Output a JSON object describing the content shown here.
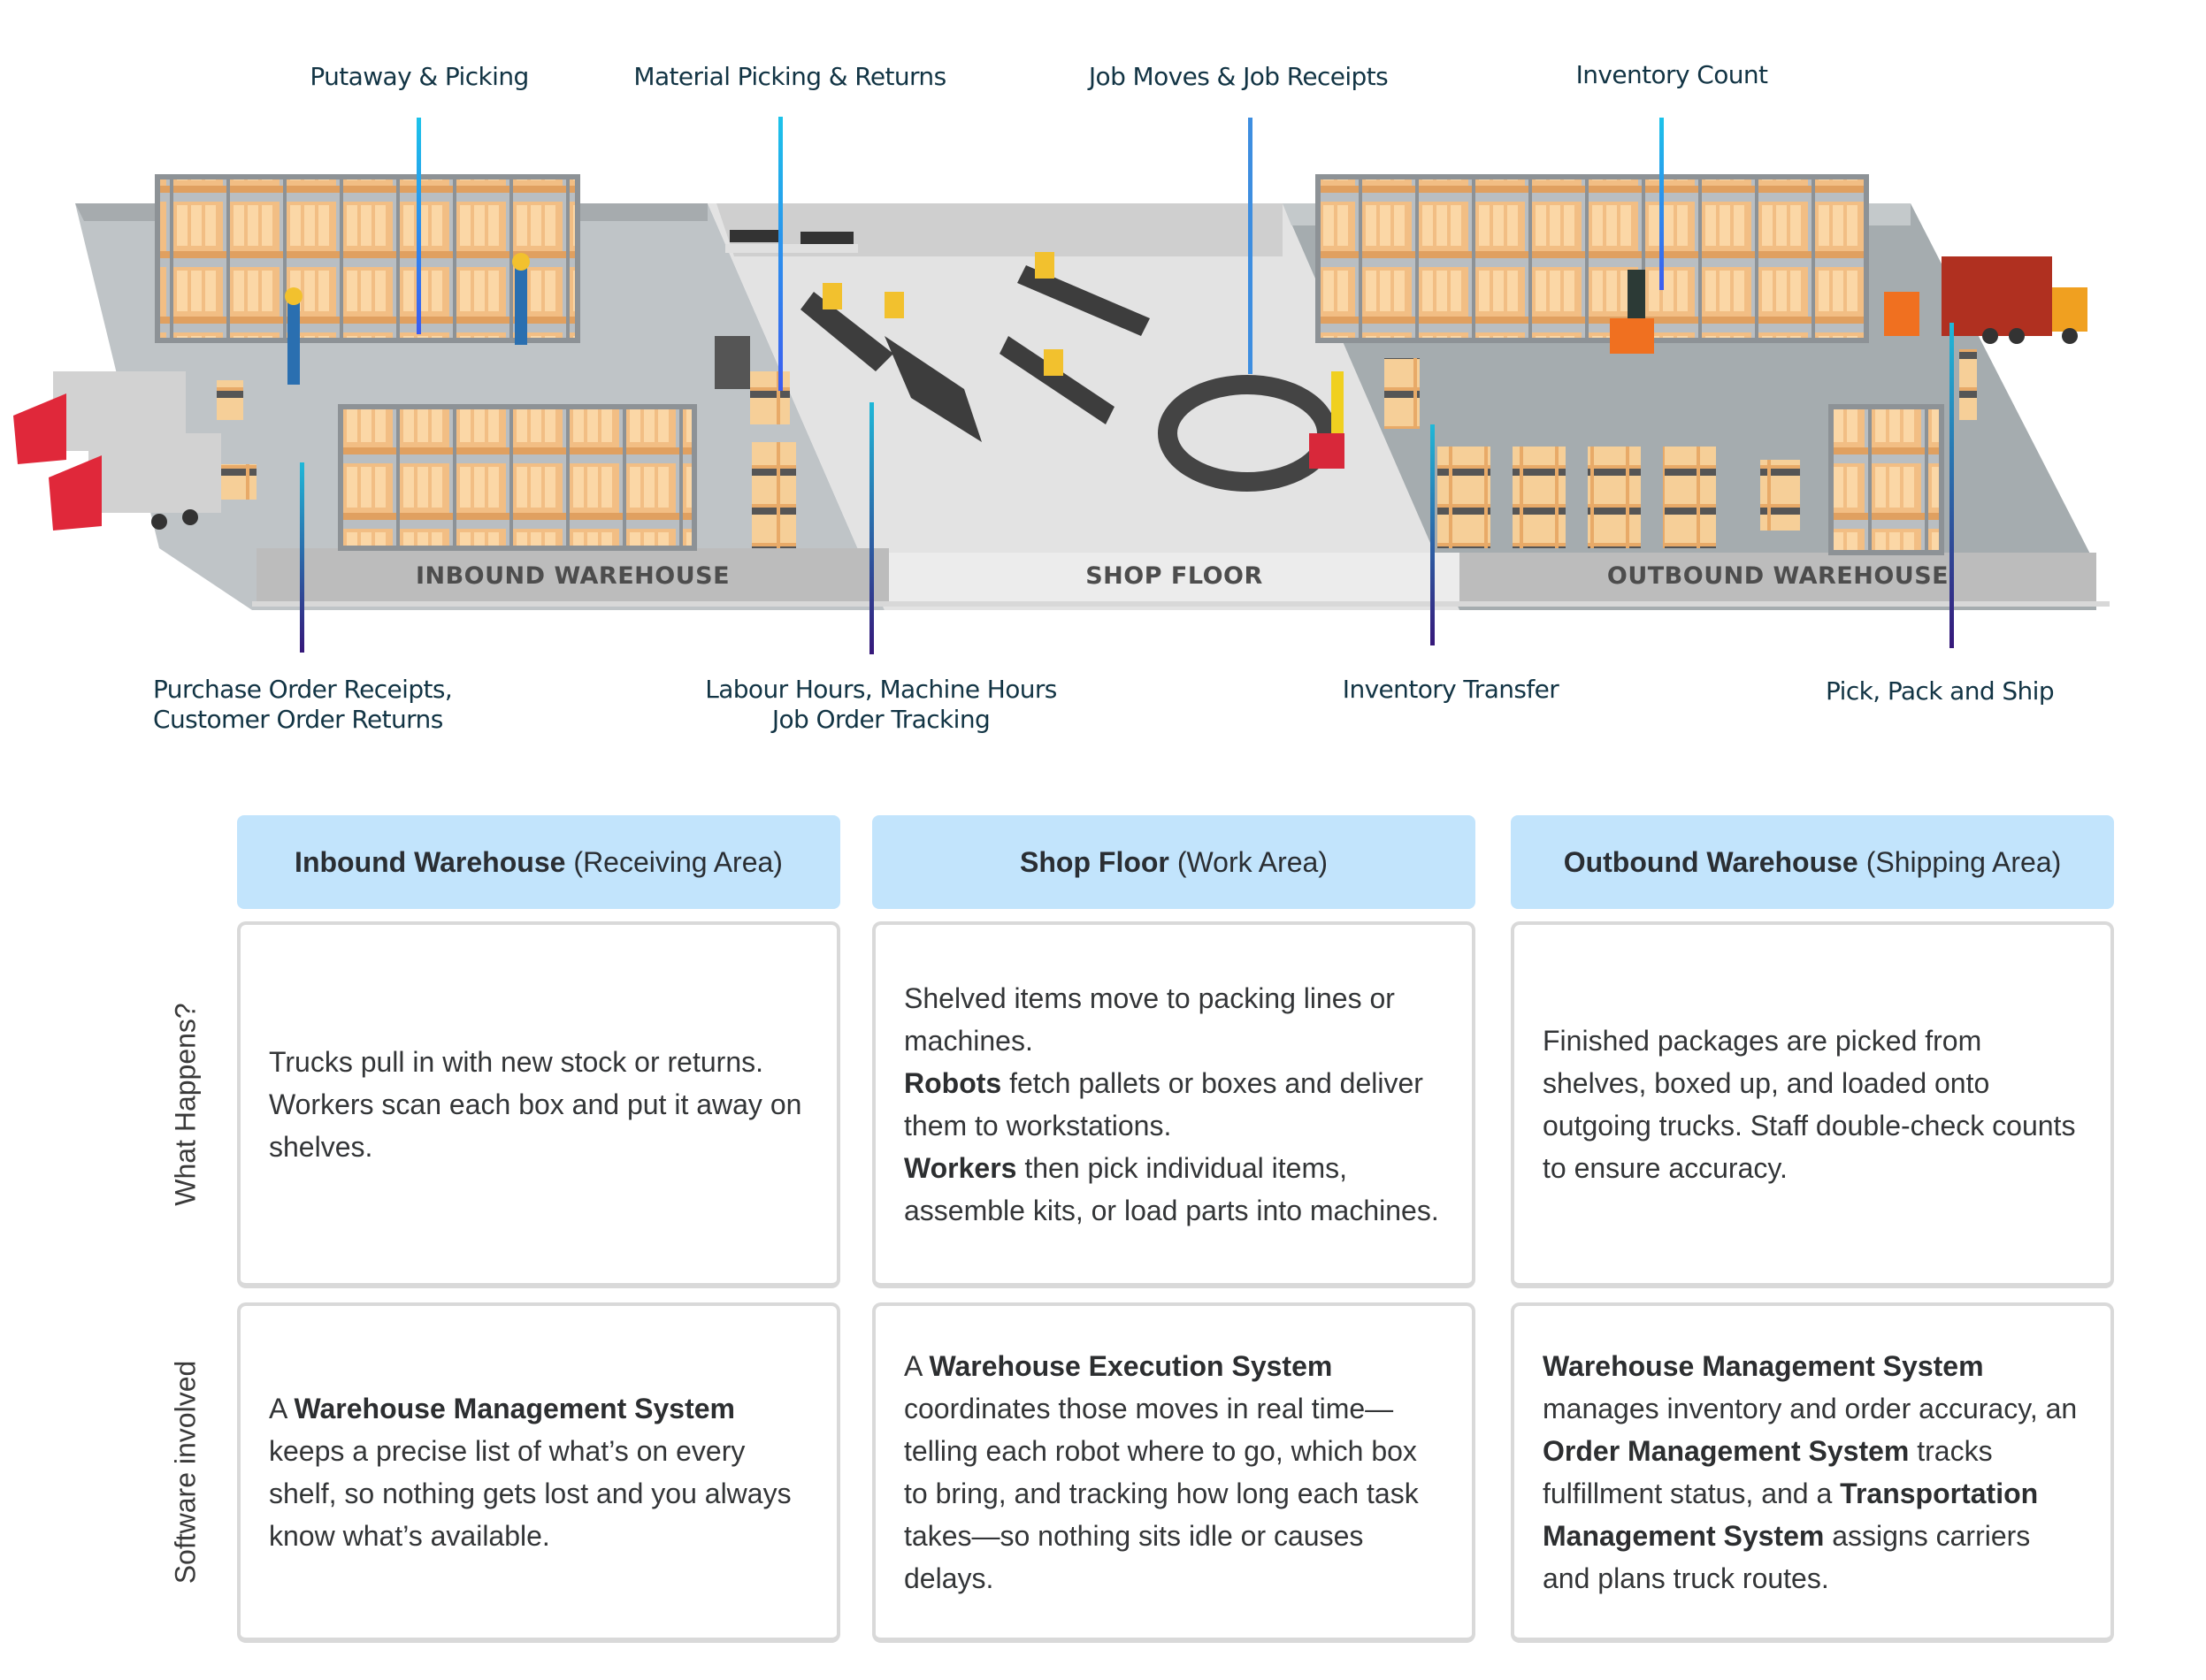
{
  "callouts_top": [
    {
      "id": "putaway",
      "label": "Putaway & Picking"
    },
    {
      "id": "material",
      "label": "Material Picking & Returns"
    },
    {
      "id": "jobmoves",
      "label": "Job Moves & Job Receipts"
    },
    {
      "id": "count",
      "label": "Inventory Count"
    }
  ],
  "callouts_bottom": [
    {
      "id": "receipts",
      "lines": [
        "Purchase Order Receipts,",
        "Customer Order Returns"
      ]
    },
    {
      "id": "labour",
      "lines": [
        "Labour Hours, Machine Hours",
        "Job Order Tracking"
      ]
    },
    {
      "id": "transfer",
      "lines": [
        "Inventory Transfer"
      ]
    },
    {
      "id": "ship",
      "lines": [
        "Pick, Pack and Ship"
      ]
    }
  ],
  "zones": {
    "inbound": "INBOUND WAREHOUSE",
    "shop": "SHOP FLOOR",
    "outbound": "OUTBOUND WAREHOUSE"
  },
  "colors": {
    "header_bg": "#c2e4fc",
    "card_border": "#d9d9d9",
    "callout_text": "#123444",
    "leader_blue": "#3d6af0",
    "leader_cyan": "#1cc3ea",
    "leader_indigo": "#36187a"
  },
  "table": {
    "row_labels": [
      "What Happens?",
      "Software involved"
    ],
    "columns": [
      {
        "title": "Inbound Warehouse",
        "subtitle": "(Receiving Area)"
      },
      {
        "title": "Shop Floor",
        "subtitle": "(Work Area)"
      },
      {
        "title": "Outbound Warehouse",
        "subtitle": "(Shipping Area)"
      }
    ],
    "what_happens": {
      "inbound": {
        "text": "Trucks pull in with new stock or returns. Workers scan each box and put it away on shelves."
      },
      "shop": {
        "line1": "Shelved items move to packing lines or machines.",
        "line2_bold": "Robots",
        "line2": " fetch pallets or boxes and deliver them to workstations.",
        "line3_bold": "Workers",
        "line3": " then pick individual items, assemble kits, or load parts into machines."
      },
      "outbound": {
        "text": "Finished packages are picked from shelves, boxed up, and loaded onto outgoing trucks. Staff double-check counts to ensure accuracy."
      }
    },
    "software": {
      "inbound": {
        "pre": "A ",
        "bold": "Warehouse Management System",
        "post": " keeps a precise list of what’s on every shelf, so nothing gets lost and you always know what’s available."
      },
      "shop": {
        "pre": "A ",
        "bold": "Warehouse Execution System",
        "post": " coordinates those moves in real time—telling each robot where to go, which box to bring, and tracking how long each task takes—so nothing sits idle or causes delays."
      },
      "outbound": {
        "b1": "Warehouse Management System",
        "t1": " manages inventory and order accuracy, an ",
        "b2": "Order Management System",
        "t2": " tracks fulfillment status, and a ",
        "b3": "Transportation Management System",
        "t3": " assigns carriers and plans truck routes."
      }
    }
  }
}
